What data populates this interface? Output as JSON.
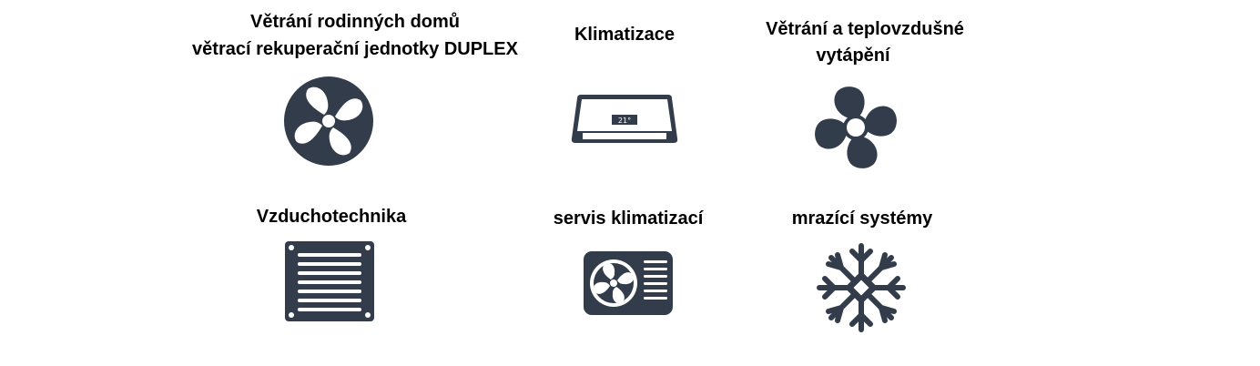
{
  "colors": {
    "icon": "#323c4a",
    "text": "#000000",
    "background": "#ffffff"
  },
  "tiles": [
    {
      "line1": "Větrání rodinných domů",
      "line2": "větrací rekuperační jednotky DUPLEX",
      "icon": "fan-circle-icon"
    },
    {
      "line1": "Klimatizace",
      "line2": "",
      "icon": "air-conditioner-icon",
      "display": "21°"
    },
    {
      "line1": "Větrání a teplovzdušné",
      "line2": "vytápění",
      "icon": "four-blade-fan-icon"
    },
    {
      "line1": "Vzduchotechnika",
      "line2": "",
      "icon": "ventilation-grille-icon"
    },
    {
      "line1": "servis klimatizací",
      "line2": "",
      "icon": "outdoor-ac-unit-icon"
    },
    {
      "line1": "mrazící systémy",
      "line2": "",
      "icon": "snowflake-icon"
    }
  ]
}
